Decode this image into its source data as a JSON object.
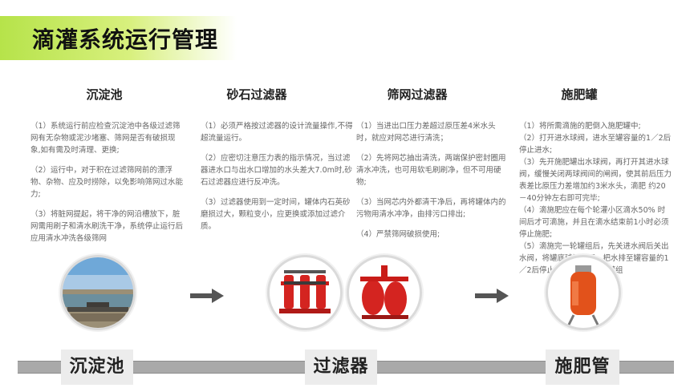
{
  "page": {
    "title": "滴灌系统运行管理"
  },
  "columns": [
    {
      "title": "沉淀池",
      "paragraphs": [
        "（1）系统运行前应检查沉淀池中各级过滤筛网有无杂物或泥沙堵塞、筛网是否有破损现象,如有需及时清理、更换;",
        "（2）运行中，对于积在过滤筛网前的漂浮物、杂物、应及时捞除，以免影响筛网过水能力;",
        "（3）将脏网提起，将干净的网沿槽放下，脏网需用刷子和清水刷洗干净，系统停止运行后应用清水冲洗各级筛网"
      ]
    },
    {
      "title": "砂石过滤器",
      "paragraphs": [
        "（1）必须严格按过滤器的设计流量操作,不得超流量运行。",
        "（2）应密切注意压力表的指示情况，当过滤器进水口与出水口增加的水头差大7.0m时,砂石过滤器应进行反冲洗。",
        "（3）过滤器使用到一定时间，罐体内石英砂磨损过大，颗粒变小，应更换或添加过滤介质。"
      ]
    },
    {
      "title": "筛网过滤器",
      "paragraphs": [
        "（1）当进出口压力差超过原压差4米水头时，就应对网芯进行清洗；",
        "（2）先将网芯抽出清洗，两端保护密封圈用清水冲洗，也可用软毛刷刷净，但不可用硬物;",
        "（3）当网芯内外都清干净后，再将罐体内的污物用清水冲净，由排污口排出;",
        "（4）严禁筛网破损使用;"
      ]
    },
    {
      "title": "施肥罐",
      "paragraphs": [
        "（1）将所需滴施的肥倒入施肥罐中;",
        "（2）打开进水球阀，进水至罐容量的1／2后停止进水;",
        "（3）先开施肥罐出水球阀，再打开其进水球阀，缓慢关闭两球阀间的闸阀，使其前后压力表差比原压力差增加约3米水头，滴肥  约20－40分钟左右即可完毕;",
        "（4）滴施肥应在每个轮灌小区滴水50% 时间后才可滴施，并且在滴水结束前1小时必须停止施肥;",
        "（5）滴施完一轮罐组后，先关进水阀后关出水阀，将罐底球阀打开，把水排至罐容量的1／2后停止，再进行下一轮灌组"
      ]
    }
  ],
  "stages": [
    "沉淀池",
    "过滤器",
    "施肥管"
  ],
  "colors": {
    "title_bar": "#c4e85c",
    "stage_line": "#a9a9a9",
    "stage_box": "#ececec",
    "equipment_red": "#d42420"
  }
}
